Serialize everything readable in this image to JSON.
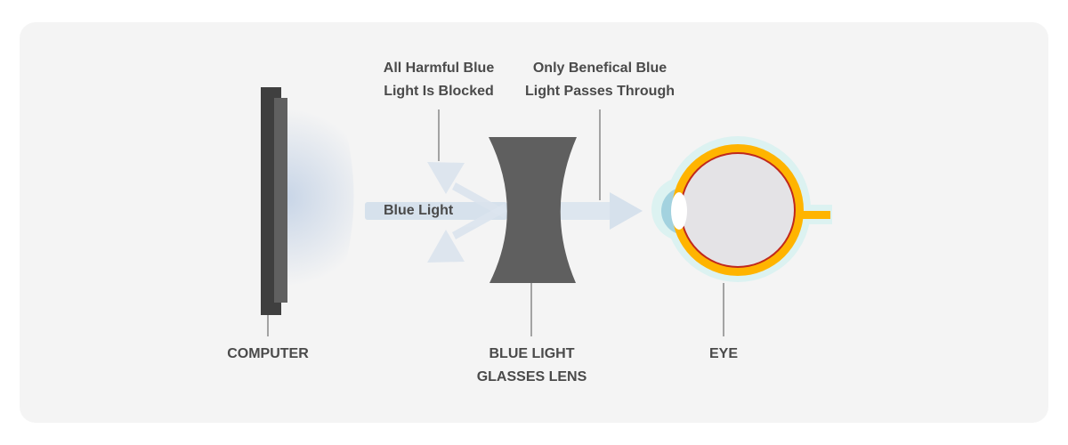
{
  "labels": {
    "blocked_line1": "All Harmful Blue",
    "blocked_line2": "Light Is Blocked",
    "passes_line1": "Only Benefical Blue",
    "passes_line2": "Light Passes Through",
    "blue_light": "Blue Light",
    "computer": "COMPUTER",
    "lens_line1": "BLUE LIGHT",
    "lens_line2": "GLASSES LENS",
    "eye": "EYE"
  },
  "colors": {
    "background": "#f4f4f4",
    "monitor_dark": "#3f3f3f",
    "monitor_light": "#606060",
    "lens": "#5f5f5f",
    "light": "#c9d6e6",
    "eye_orange": "#ffb400",
    "eye_red": "#c0281c"
  }
}
